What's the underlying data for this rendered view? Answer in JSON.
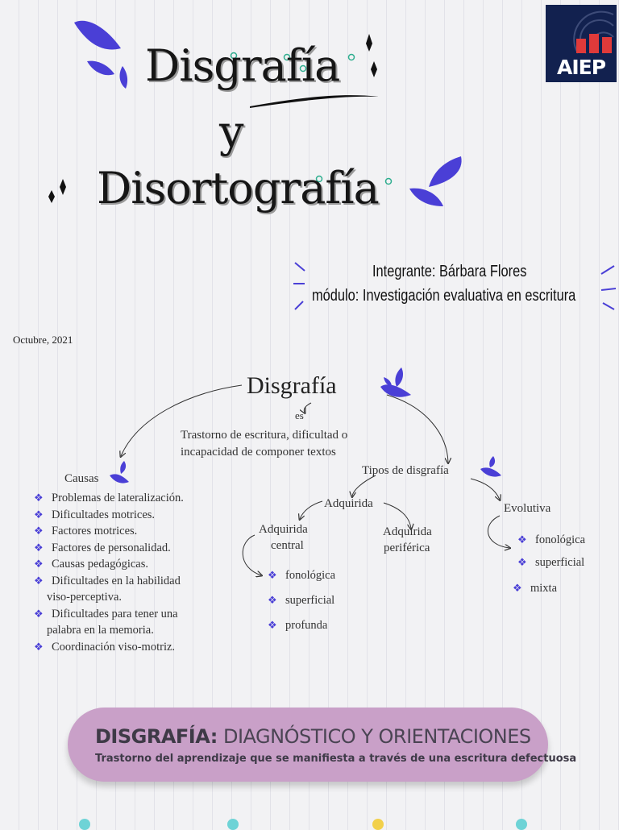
{
  "header": {
    "title_line1": "Disgrafía",
    "title_line2": "y",
    "title_line3": "Disortografía",
    "logo_text": "AIEP"
  },
  "info": {
    "integrante": "Integrante: Bárbara Flores",
    "modulo": "módulo: Investigación evaluativa en escritura",
    "date": "Octubre, 2021"
  },
  "map": {
    "root": "Disgrafía",
    "connector": "es",
    "definition_line1": "Trastorno de escritura, dificultad o",
    "definition_line2": "incapacidad de componer textos",
    "causes_label": "Causas",
    "causes": [
      "Problemas de lateralización.",
      "Dificultades motrices.",
      "Factores motrices.",
      "Factores de personalidad.",
      "Causas pedagógicas."
    ],
    "cause_multi_1a": "Dificultades en la habilidad",
    "cause_multi_1b": "viso-perceptiva.",
    "cause_multi_2a": "Dificultades para tener una",
    "cause_multi_2b": "palabra en la memoria.",
    "cause_last": "Coordinación viso-motriz.",
    "types_label": "Tipos de disgrafía",
    "adquirida": "Adquirida",
    "adquirida_central_1": "Adquirida",
    "adquirida_central_2": "central",
    "adquirida_periferica_1": "Adquirida",
    "adquirida_periferica_2": "periférica",
    "central_items": [
      "fonológica",
      "superficial",
      "profunda"
    ],
    "evolutiva": "Evolutiva",
    "evolutiva_items": [
      "fonológica",
      "superficial",
      "mixta"
    ]
  },
  "banner": {
    "title_bold": "DISGRAFÍA:",
    "title_rest": " DIAGNÓSTICO Y ORIENTACIONES",
    "subtitle": "Trastorno del aprendizaje que se manifiesta a través de una escritura defectuosa"
  },
  "colors": {
    "accent_purple": "#4a3fd6",
    "banner": "#c9a0c8",
    "logo_bg": "#12214f",
    "dot_teal": "#2fae8f"
  }
}
